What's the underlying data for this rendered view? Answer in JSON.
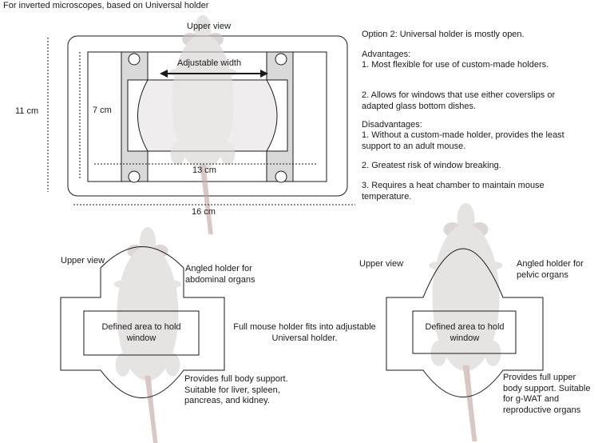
{
  "header": "For inverted microscopes, based on Universal holder",
  "top_diagram": {
    "view_label": "Upper view",
    "adjustable_label": "Adjustable width",
    "height_outer": "11 cm",
    "height_inner": "7 cm",
    "width_inner": "13 cm",
    "width_outer": "16 cm"
  },
  "option_notes": {
    "title": "Option 2: Universal holder is mostly open.",
    "advantages_title": "Advantages:",
    "advantages": [
      "1. Most flexible for use of custom-made holders.",
      "2. Allows for windows that use either coverslips or adapted glass bottom dishes."
    ],
    "disadvantages_title": "Disadvantages:",
    "disadvantages": [
      "1. Without a custom-made holder, provides the least support to an adult mouse.",
      "2. Greatest risk of window breaking.",
      "3. Requires a heat chamber to maintain mouse temperature."
    ]
  },
  "left_holder": {
    "view_label": "Upper view",
    "type_label": "Angled holder for abdominal organs",
    "window_label": "Defined area to hold window",
    "support_text": "Provides full body support. Suitable for liver, spleen, pancreas, and kidney."
  },
  "middle_note": "Full mouse holder fits into adjustable Universal holder.",
  "right_holder": {
    "view_label": "Upper view",
    "type_label": "Angled holder for pelvic organs",
    "window_label": "Defined area to hold window",
    "support_text": "Provides full upper body support. Suitable for g-WAT and reproductive organs"
  },
  "colors": {
    "stroke": "#1a1a1a",
    "clamp_fill": "#d9d9d9",
    "mouse_fill": "#e6e3e3",
    "tail_fill": "#d8c7c5"
  }
}
